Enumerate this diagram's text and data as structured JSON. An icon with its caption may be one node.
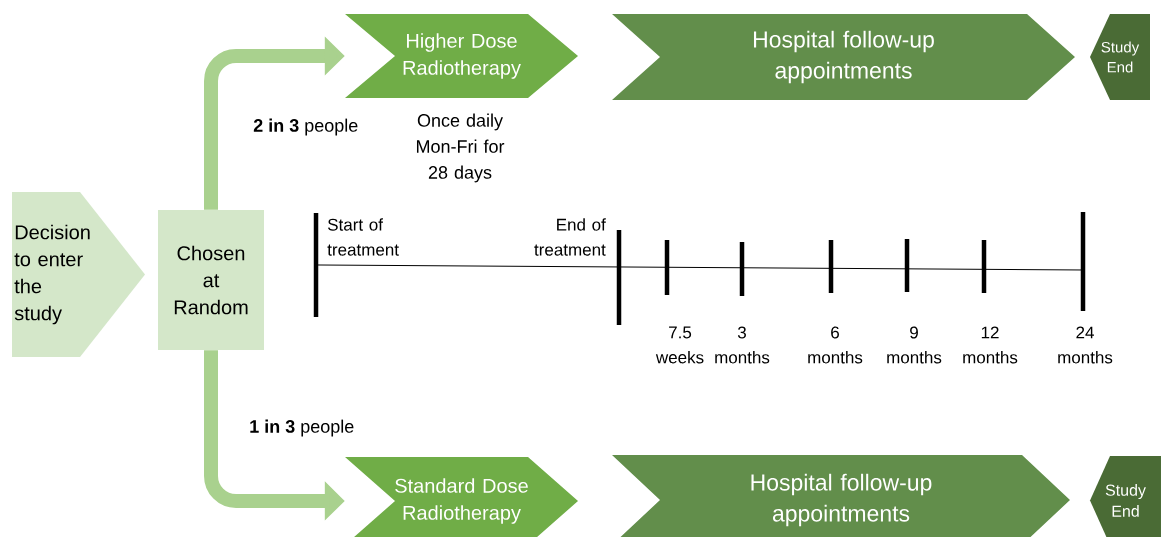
{
  "diagram": {
    "nodes": [
      {
        "text": [
          "Decision to enter the study"
        ]
      },
      {
        "text": [
          "Chosen at Random"
        ]
      },
      {
        "text": [
          "Higher Dose Radiotherapy"
        ],
        "beside": [
          "Once daily Mon-Fri for 28 days"
        ]
      },
      {
        "text": [
          "Hospital follow-up appointments"
        ]
      },
      {
        "text": [
          "Study End"
        ]
      },
      {
        "text": [
          "Standard Dose Radiotherapy"
        ]
      },
      {
        "text": [
          "Hospital follow-up appointments"
        ]
      },
      {
        "text": [
          "Study End"
        ]
      }
    ],
    "edges": [
      {
        "from": 1,
        "to": 2,
        "arrow": "to",
        "label": "**2 in 3** people"
      },
      {
        "from": 1,
        "to": 5,
        "arrow": "to",
        "label": "**1 in 3** people"
      }
    ],
    "labels": [
      "Start of treatment",
      "End of treatment",
      "7.5 weeks",
      "3 months",
      "6 months",
      "9 months",
      "12 months",
      "24 months"
    ]
  }
}
